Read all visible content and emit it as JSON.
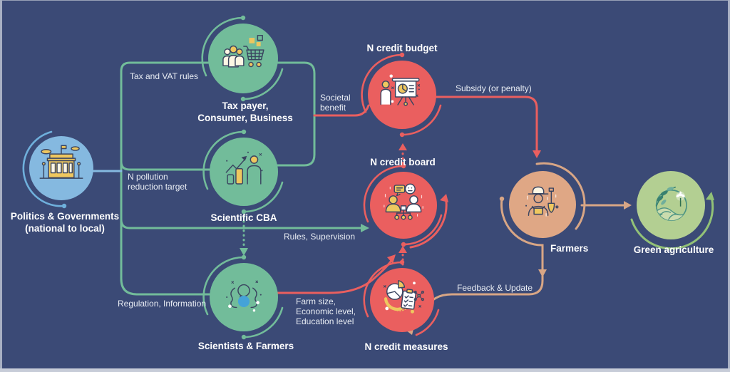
{
  "colors": {
    "background": "#3b4a76",
    "green": "#72bc9a",
    "red": "#ea5f5f",
    "tan": "#d8a685",
    "blue_circle": "#85b9e0",
    "blue_arc": "#6fb0dc",
    "light_green_circle": "#b3cf92",
    "light_green_arc": "#92c177",
    "icon_outline": "#3a4560",
    "icon_yellow": "#eec75f",
    "label_text": "#ffffff"
  },
  "nodes": {
    "politics": {
      "label_line1": "Politics & Governments",
      "label_line2": "(national to local)",
      "icon": "government-building-icon"
    },
    "taxpayer": {
      "label_line1": "Tax payer,",
      "label_line2": "Consumer, Business",
      "icon": "people-shopping-cart-icon"
    },
    "cba": {
      "label": "Scientific CBA",
      "icon": "growth-chart-icon"
    },
    "scientists": {
      "label": "Scientists & Farmers",
      "icon": "discussion-bubble-icon"
    },
    "budget": {
      "label": "N credit budget",
      "icon": "presentation-chart-icon"
    },
    "board": {
      "label": "N credit board",
      "icon": "committee-orgchart-icon"
    },
    "measures": {
      "label": "N credit measures",
      "icon": "pie-checklist-icon"
    },
    "farmers": {
      "label": "Farmers",
      "icon": "farmer-shovel-icon"
    },
    "agri": {
      "label": "Green agriculture",
      "icon": "green-agriculture-icon"
    }
  },
  "edges": {
    "tax_vat": {
      "label": "Tax and VAT rules"
    },
    "n_pollution": {
      "label_line1": "N pollution",
      "label_line2": "reduction target"
    },
    "regulation": {
      "label": "Regulation, Information"
    },
    "rules_supervision": {
      "label": "Rules, Supervision"
    },
    "societal": {
      "label_line1": "Societal",
      "label_line2": "benefit"
    },
    "subsidy": {
      "label": "Subsidy (or penalty)"
    },
    "farm_size": {
      "label_line1": "Farm size,",
      "label_line2": "Economic level,",
      "label_line3": "Education level"
    },
    "feedback": {
      "label": "Feedback & Update"
    }
  }
}
